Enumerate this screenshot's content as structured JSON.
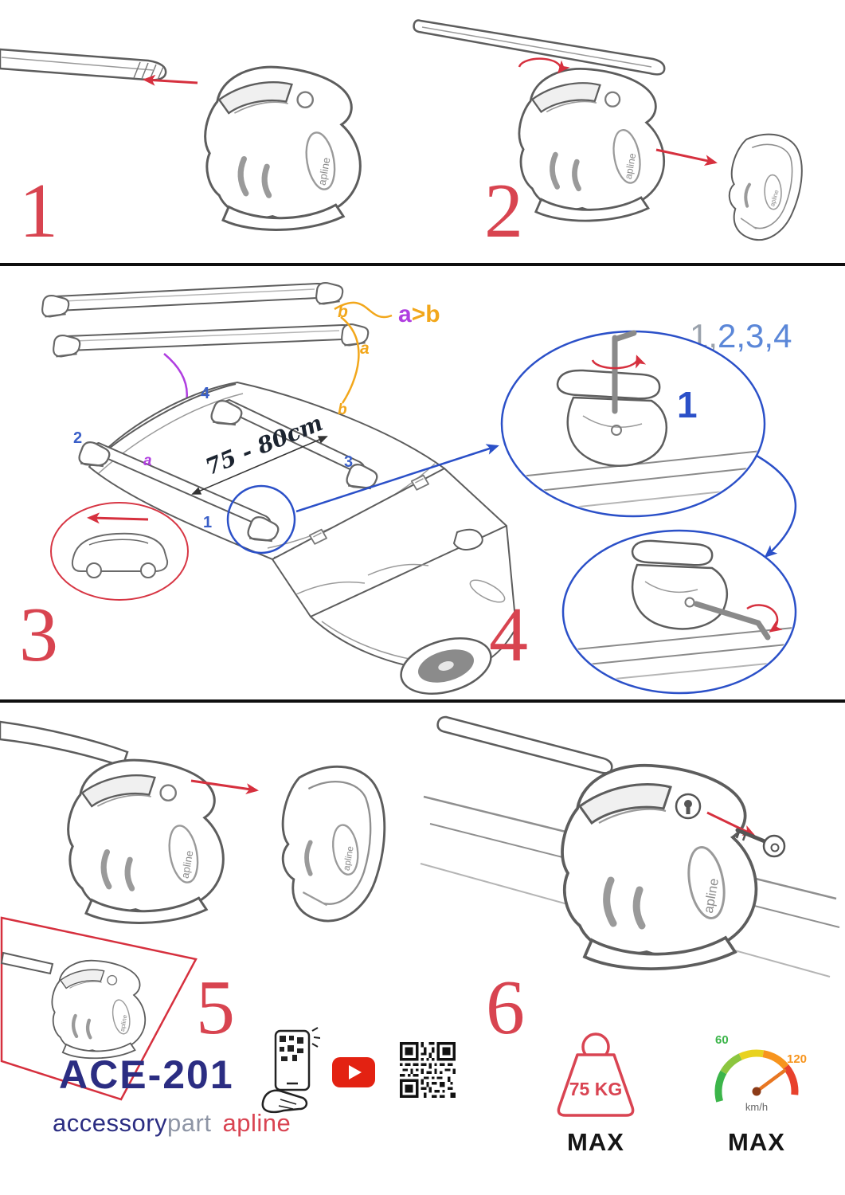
{
  "page": {
    "description": "Roof rack cross bar installation instructions"
  },
  "steps": [
    {
      "number": "1"
    },
    {
      "number": "2"
    },
    {
      "number": "3"
    },
    {
      "number": "4"
    },
    {
      "number": "5"
    },
    {
      "number": "6"
    }
  ],
  "assembly": {
    "foot_logo": "apline",
    "bar_b_label": "b",
    "bar_a_label": "a",
    "order_a": "a",
    "order_gt": ">",
    "order_b": "b",
    "sequence_first": "1,",
    "sequence_rest": "2,3,4",
    "span_dimension": "75 - 80cm",
    "roof_pos_1": "1",
    "roof_pos_2": "2",
    "roof_pos_3": "3",
    "roof_pos_4": "4",
    "roof_bar_a": "a",
    "roof_bar_b": "b",
    "detail_step": "1"
  },
  "footer": {
    "product_code": "ACE-201",
    "brand_accessory": "accessory",
    "brand_part": "part",
    "brand_apline": "apline",
    "weight_limit": "75 KG",
    "weight_max_label": "MAX",
    "speed_tick_60": "60",
    "speed_tick_120": "120",
    "speed_unit": "km/h",
    "speed_max_label": "MAX"
  },
  "icons": {
    "phone_scan": "phone-qr-scan-icon",
    "youtube": "youtube-play-icon",
    "qr_code": "qr-code-icon",
    "weight": "max-weight-icon",
    "speedometer": "max-speed-icon"
  },
  "colors": {
    "step_red": "#d84450",
    "arrow_red": "#d6303e",
    "detail_blue": "#2b50c8",
    "roof_pos_blue": "#3a5fc8",
    "sequence_blue": "#5b87d8",
    "sequence_gray": "#9aa2ac",
    "accent_orange": "#f2a71b",
    "accent_purple": "#b03ee0",
    "brand_navy": "#2b2d82",
    "brand_gray": "#8e95a5",
    "brand_red": "#d94452",
    "speed_green": "#3cb54a",
    "speed_orange": "#f7941d"
  }
}
